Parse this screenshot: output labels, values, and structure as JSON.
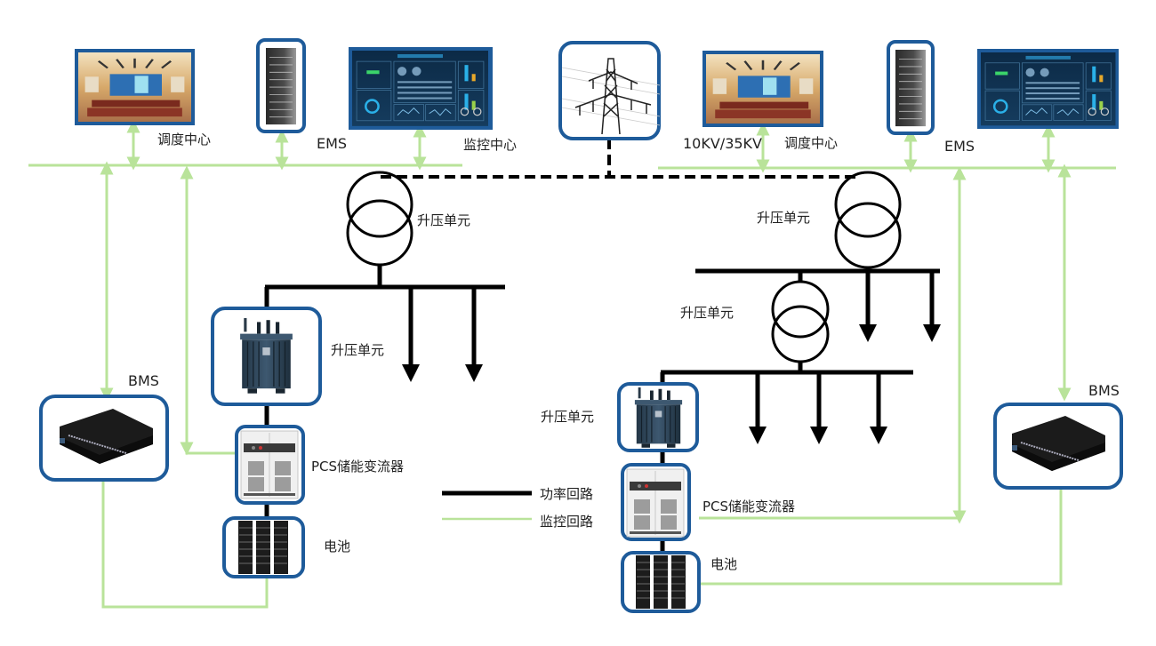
{
  "diagram": {
    "title": "储能系统拓扑结构",
    "colors": {
      "power_line": "#000000",
      "monitor_line": "#b9e39a",
      "device_frame": "#1e5b9a"
    },
    "grid": {
      "label": "10KV/35KV",
      "icon": "transmission-tower-icon"
    },
    "left_system": {
      "dispatch_center": {
        "label": "调度中心",
        "icon": "control-room-icon"
      },
      "ems": {
        "label": "EMS",
        "icon": "server-rack-icon"
      },
      "monitor_center": {
        "label": "监控中心",
        "icon": "dashboard-screen-icon"
      },
      "step_up_transformer": {
        "label": "升压单元"
      },
      "step_up_device": {
        "label": "升压单元",
        "icon": "transformer-icon"
      },
      "pcs": {
        "label": "PCS储能变流器",
        "icon": "pcs-cabinet-icon"
      },
      "battery": {
        "label": "电池",
        "icon": "battery-rack-icon"
      },
      "bms": {
        "label": "BMS",
        "icon": "bms-unit-icon"
      }
    },
    "right_system": {
      "dispatch_center": {
        "label": "调度中心",
        "icon": "control-room-icon"
      },
      "ems": {
        "label": "EMS",
        "icon": "server-rack-icon"
      },
      "monitor_center": {
        "icon": "dashboard-screen-icon"
      },
      "step_up_transformer_top": {
        "label": "升压单元"
      },
      "step_up_transformer_mid": {
        "label": "升压单元"
      },
      "step_up_device": {
        "label": "升压单元",
        "icon": "transformer-icon"
      },
      "pcs": {
        "label": "PCS储能变流器",
        "icon": "pcs-cabinet-icon"
      },
      "battery": {
        "label": "电池",
        "icon": "battery-rack-icon"
      },
      "bms": {
        "label": "BMS",
        "icon": "bms-unit-icon"
      }
    },
    "legend": [
      {
        "label": "功率回路",
        "style": "power"
      },
      {
        "label": "监控回路",
        "style": "monitor"
      }
    ]
  }
}
